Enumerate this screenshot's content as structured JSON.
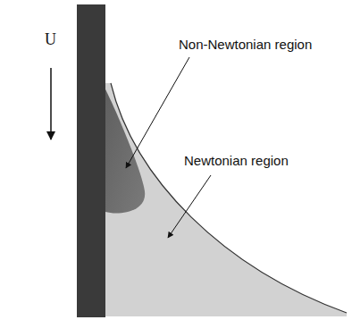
{
  "diagram": {
    "labels": [
      "U",
      "Non-Newtonian region",
      "Newtonian region"
    ]
  }
}
